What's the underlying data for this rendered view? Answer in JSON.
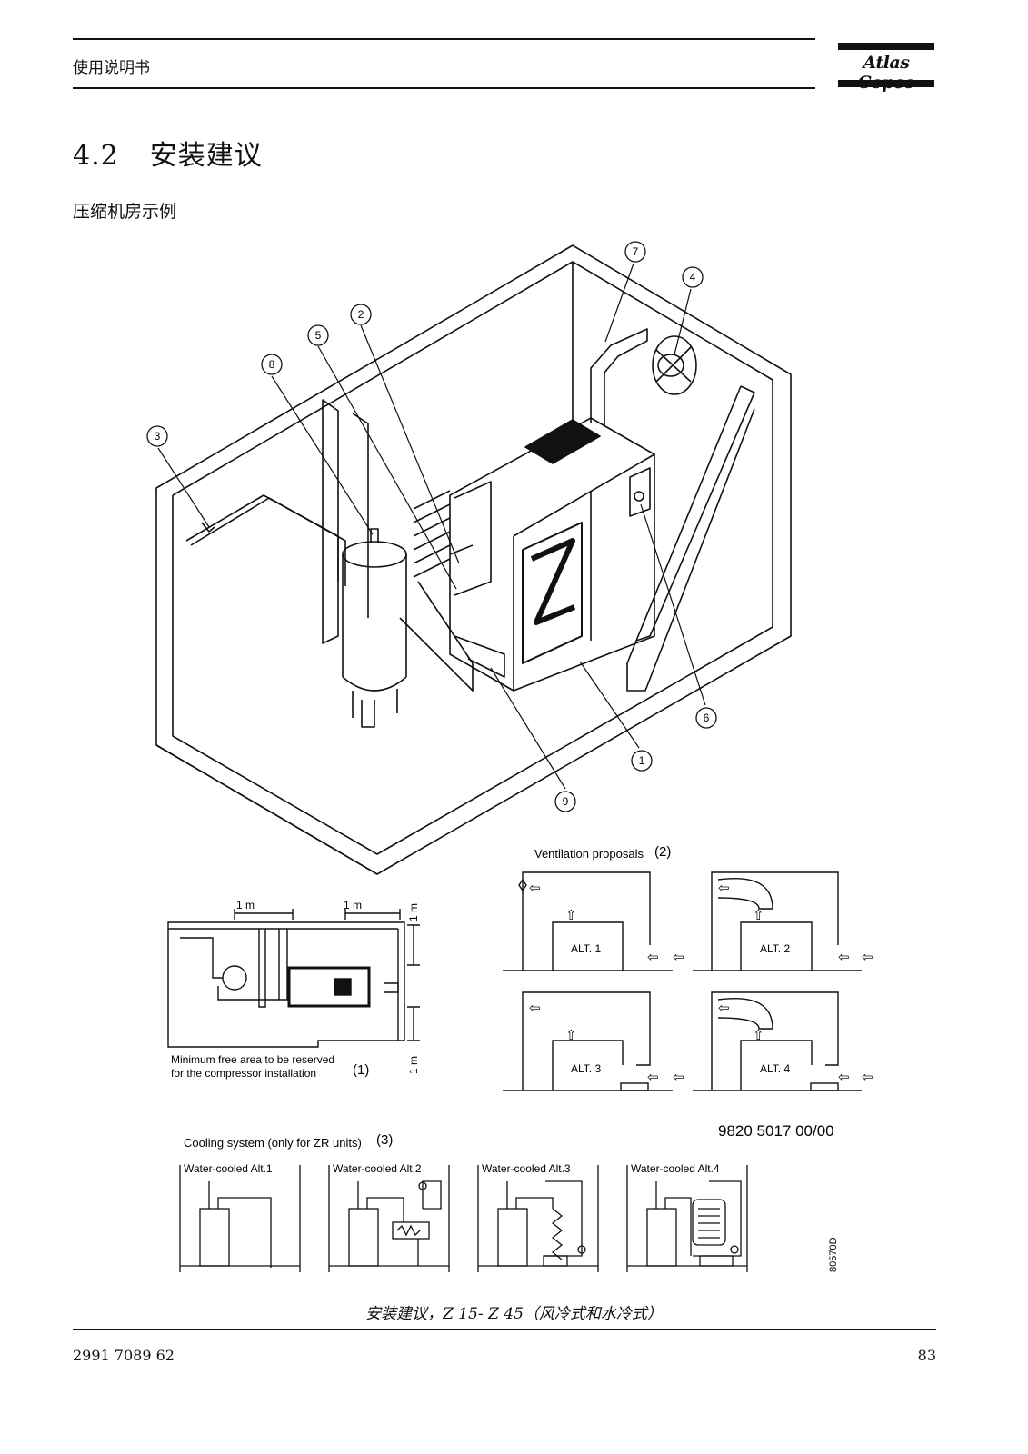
{
  "header": {
    "title": "使用说明书",
    "logo": "Atlas Copco"
  },
  "section": {
    "number": "4.2",
    "title": "安装建议",
    "subtitle": "压缩机房示例"
  },
  "figure": {
    "callouts": [
      "7",
      "4",
      "2",
      "5",
      "8",
      "3",
      "6",
      "1",
      "9"
    ],
    "ventilation": {
      "title": "Ventilation proposals",
      "ref": "(2)",
      "alts": [
        "ALT. 1",
        "ALT. 2",
        "ALT. 3",
        "ALT. 4"
      ]
    },
    "free_area": {
      "dim_1": "1 m",
      "dim_2": "1 m",
      "dim_3": "1 m",
      "dim_4": "1 m",
      "label_line1": "Minimum free area to be reserved",
      "label_line2": "for the compressor installation",
      "ref": "(1)"
    },
    "doc_number": "9820 5017 00/00",
    "cooling": {
      "title": "Cooling system (only for ZR units)",
      "ref": "(3)",
      "alts": [
        "Water-cooled Alt.1",
        "Water-cooled Alt.2",
        "Water-cooled Alt.3",
        "Water-cooled Alt.4"
      ]
    },
    "drawing_id": "80570D",
    "caption": "安装建议，Z 15- Z 45（风冷式和水冷式）"
  },
  "footer": {
    "doc_code": "2991 7089 62",
    "page": "83"
  }
}
